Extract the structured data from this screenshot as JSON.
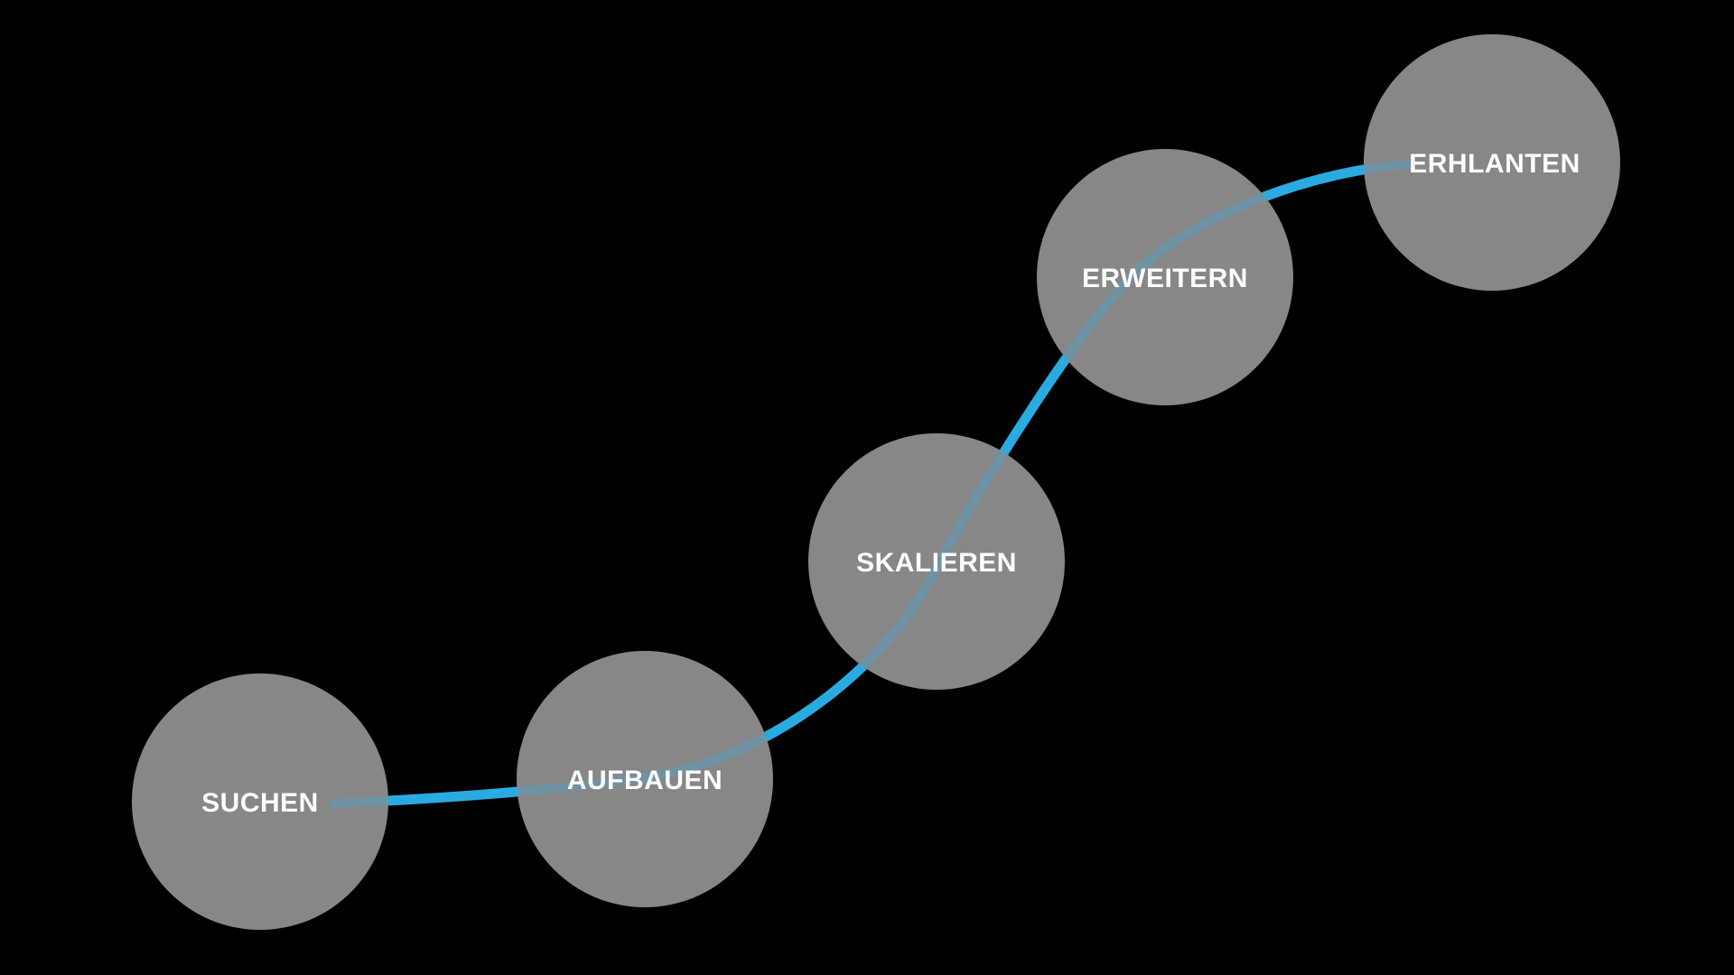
{
  "diagram": {
    "type": "growth-process-curve",
    "background_color": "#000000",
    "node_color": "#878787",
    "line_color_bright": "#29ABE2",
    "line_color_on_node": "#6E93A4",
    "label_color": "#FFFFFF",
    "stages": [
      {
        "label": "SUCHEN"
      },
      {
        "label": "AUFBAUEN"
      },
      {
        "label": "SKALIEREN"
      },
      {
        "label": "ERWEITERN"
      },
      {
        "label": "ERHLANTEN"
      }
    ]
  }
}
